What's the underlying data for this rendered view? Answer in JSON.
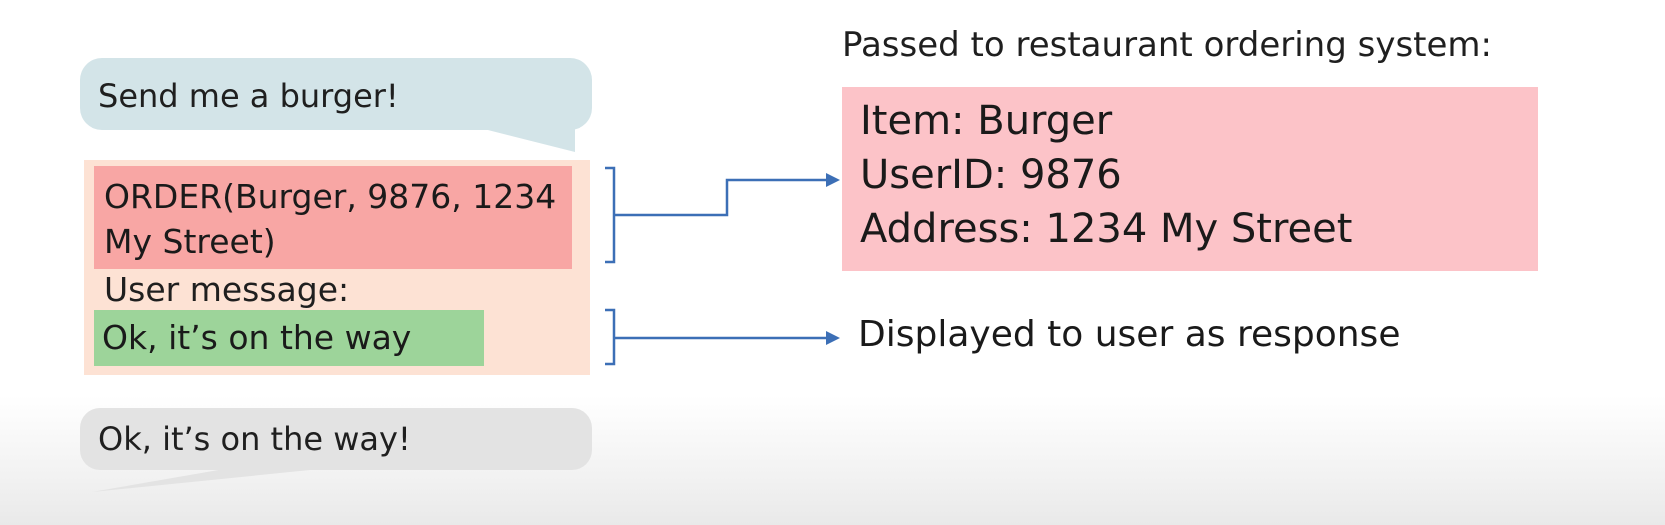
{
  "user_bubble": {
    "text": "Send me a burger!"
  },
  "model_output": {
    "order_call": "ORDER(Burger, 9876, 1234 My Street)",
    "user_message_label": "User message:",
    "user_message_text": "Ok, it’s on the way"
  },
  "assistant_bubble": {
    "text": "Ok, it’s on the way!"
  },
  "restaurant_system": {
    "title": "Passed to restaurant ordering system:",
    "lines": [
      "Item: Burger",
      "UserID: 9876",
      "Address: 1234 My Street"
    ]
  },
  "display_note": "Displayed to user as response",
  "colors": {
    "user_bubble": "#d3e4e8",
    "assistant_bubble": "#e3e3e3",
    "output_panel": "#fde2d4",
    "order_highlight": "#f8a6a4",
    "message_highlight": "#9dd49a",
    "restaurant_box": "#fcc3c8",
    "connector": "#3c6fb6"
  }
}
